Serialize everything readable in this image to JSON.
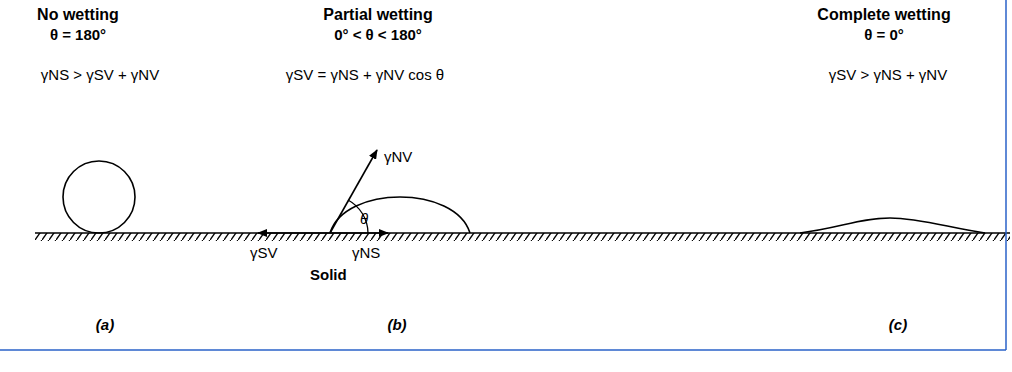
{
  "diagram": {
    "labels": [
      "No wetting",
      "θ = 180°",
      "Partial wetting",
      "0° < θ < 180°",
      "Complete wetting",
      "θ = 0°",
      "γNS > γSV + γNV",
      "γSV = γNS + γNV cos θ",
      "γSV > γNS + γNV",
      "γNV",
      "θ",
      "γSV",
      "γNS",
      "Solid",
      "(a)",
      "(b)",
      "(c)"
    ]
  }
}
